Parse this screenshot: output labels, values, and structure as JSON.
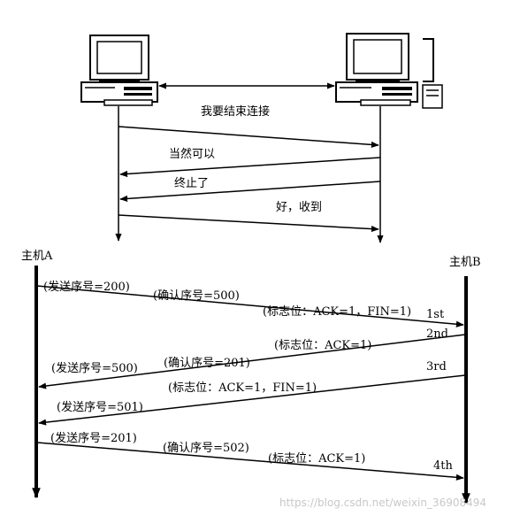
{
  "top": {
    "close_request": "我要结束连接",
    "reply_ok": "当然可以",
    "terminated": "终止了",
    "final_ok": "好，收到"
  },
  "hosts": {
    "a": "主机A",
    "b": "主机B"
  },
  "steps": [
    {
      "seg1": "(发送序号=200)",
      "seg2": "(确认序号=500)",
      "seg3": "(标志位：ACK=1，FIN=1)",
      "tag": "1st"
    },
    {
      "seg1": "(发送序号=500)",
      "seg2": "(确认序号=201)",
      "seg3": "(标志位：ACK=1)",
      "tag": "2nd"
    },
    {
      "seg1": "(发送序号=501)",
      "seg2": "(标志位：ACK=1，FIN=1)",
      "tag": "3rd"
    },
    {
      "seg1": "(发送序号=201)",
      "seg2": "(确认序号=502)",
      "seg3": "(标志位：ACK=1)",
      "tag": "4th"
    }
  ],
  "watermark": "https://blog.csdn.net/weixin_36908494"
}
